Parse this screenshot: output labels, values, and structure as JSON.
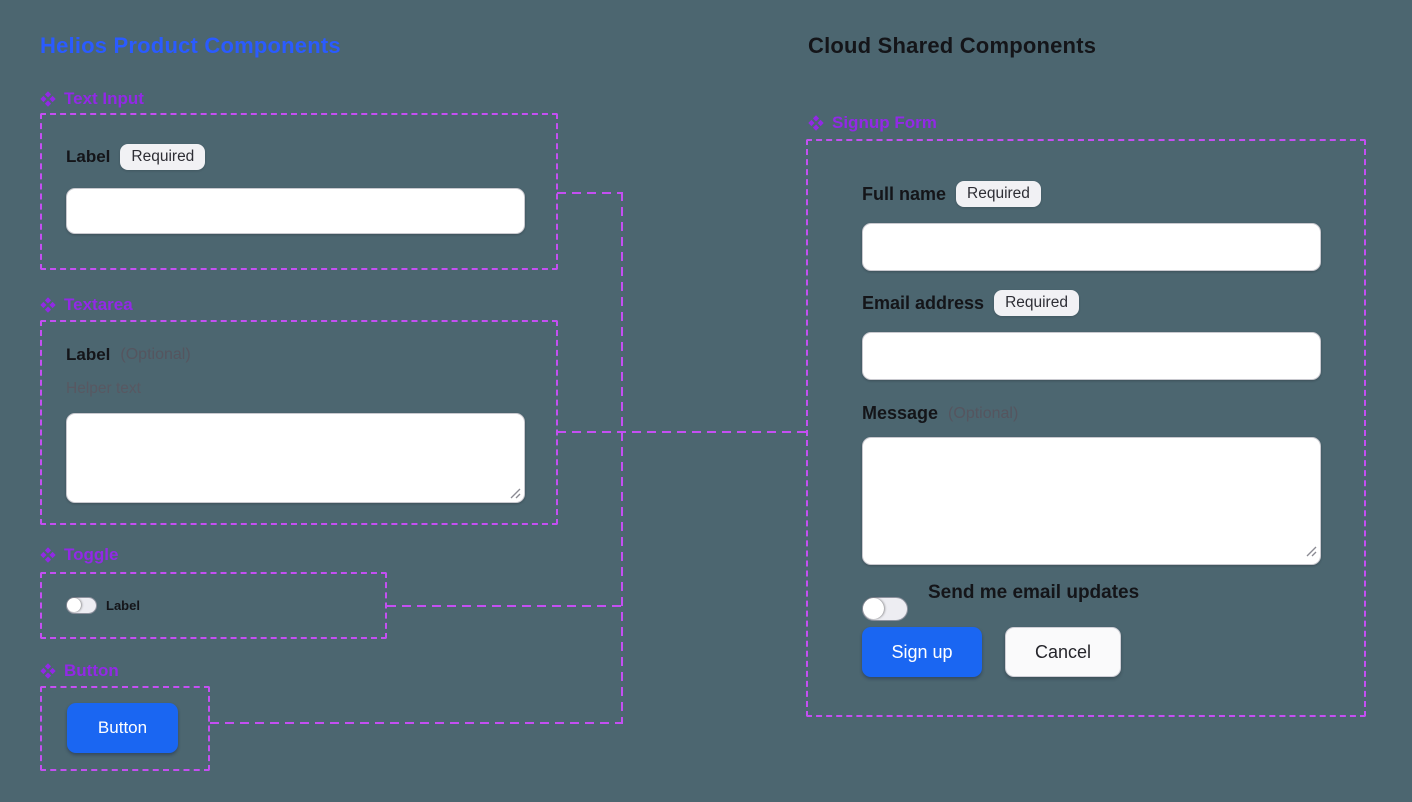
{
  "colors": {
    "background": "#4c6670",
    "brand_blue": "#2a5bff",
    "component_purple": "#9229e6",
    "frame_dash_purple": "#c44ff2",
    "primary_button_blue": "#1a66f2"
  },
  "left_panel": {
    "title": "Helios Product Components",
    "sections": {
      "text_input": {
        "heading": "Text Input",
        "label": "Label",
        "required_badge": "Required",
        "input_value": ""
      },
      "textarea": {
        "heading": "Textarea",
        "label": "Label",
        "optional_suffix": "(Optional)",
        "helper_text": "Helper text",
        "textarea_value": ""
      },
      "toggle": {
        "heading": "Toggle",
        "label": "Label",
        "state": "off"
      },
      "button": {
        "heading": "Button",
        "button_label": "Button"
      }
    }
  },
  "right_panel": {
    "title": "Cloud Shared Components",
    "signup_form": {
      "heading": "Signup Form",
      "fields": {
        "full_name": {
          "label": "Full name",
          "badge": "Required",
          "value": ""
        },
        "email": {
          "label": "Email address",
          "badge": "Required",
          "value": ""
        },
        "message": {
          "label": "Message",
          "optional_suffix": "(Optional)",
          "value": ""
        }
      },
      "toggle_label": "Send me email updates",
      "toggle_state": "off",
      "submit_label": "Sign up",
      "cancel_label": "Cancel"
    }
  }
}
